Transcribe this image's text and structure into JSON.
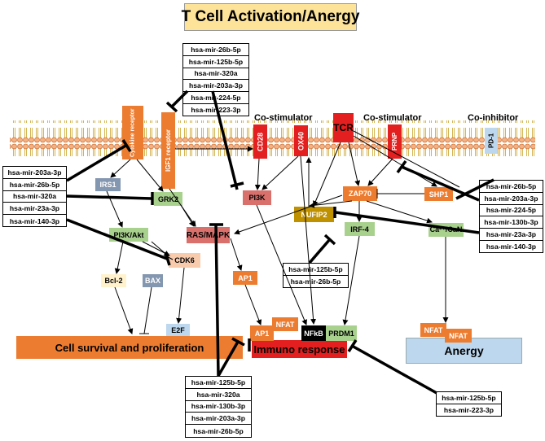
{
  "title": "T Cell Activation/Anergy",
  "labels": {
    "costim_left": "Co-stimulator",
    "costim_right": "Co-stimulator",
    "coinhibitor": "Co-inhibitor"
  },
  "receptors": {
    "cytokine": "Cytokine receptor",
    "igf1": "IGF1 receptor",
    "cd28": "CD28",
    "ox40": "OX40",
    "tcr": "TCR",
    "prnp": "PRNP",
    "pd1": "PD-1"
  },
  "nodes": {
    "irs1": "IRS1",
    "grk2": "GRK2",
    "pi3k": "PI3K",
    "zap70": "ZAP70",
    "shp1": "SHP1",
    "nufip2": "NUFIP2",
    "ras": "RAS/MAPK",
    "pi3kakt": "PI3K/Akt",
    "cdk6": "CDK6",
    "irf4": "IRF-4",
    "cacan": "Ca²⁺/CaN",
    "bcl2": "Bcl-2",
    "bax": "BAX",
    "ap1": "AP1",
    "e2f": "E2F",
    "ap1_b": "AP1",
    "nfat_a": "NFAT",
    "nfkb": "NFkB",
    "prdm1": "PRDM1",
    "nfat_b": "NFAT",
    "nfat_c": "NFAT"
  },
  "outcomes": {
    "survival": "Cell survival and proliferation",
    "immuno": "Immuno response",
    "anergy": "Anergy"
  },
  "mirna_lists": {
    "top": [
      "hsa-mir-26b-5p",
      "hsa-mir-125b-5p",
      "hsa-mir-320a",
      "hsa-mir-203a-3p",
      "hsa-mir-224-5p",
      "hsa-mir-223-3p"
    ],
    "left": [
      "hsa-mir-203a-3p",
      "hsa-mir-26b-5p",
      "hsa-mir-320a",
      "hsa-mir-23a-3p",
      "hsa-mir-140-3p"
    ],
    "right": [
      "hsa-mir-26b-5p",
      "hsa-mir-203a-3p",
      "hsa-mir-224-5p",
      "hsa-mir-130b-3p",
      "hsa-mir-23a-3p",
      "hsa-mir-140-3p"
    ],
    "middle": [
      "hsa-mir-125b-5p",
      "hsa-mir-26b-5p"
    ],
    "bottom": [
      "hsa-mir-125b-5p",
      "hsa-mir-320a",
      "hsa-mir-130b-3p",
      "hsa-mir-203a-3p",
      "hsa-mir-26b-5p"
    ],
    "bottom_right": [
      "hsa-mir-125b-5p",
      "hsa-mir-223-3p"
    ]
  }
}
